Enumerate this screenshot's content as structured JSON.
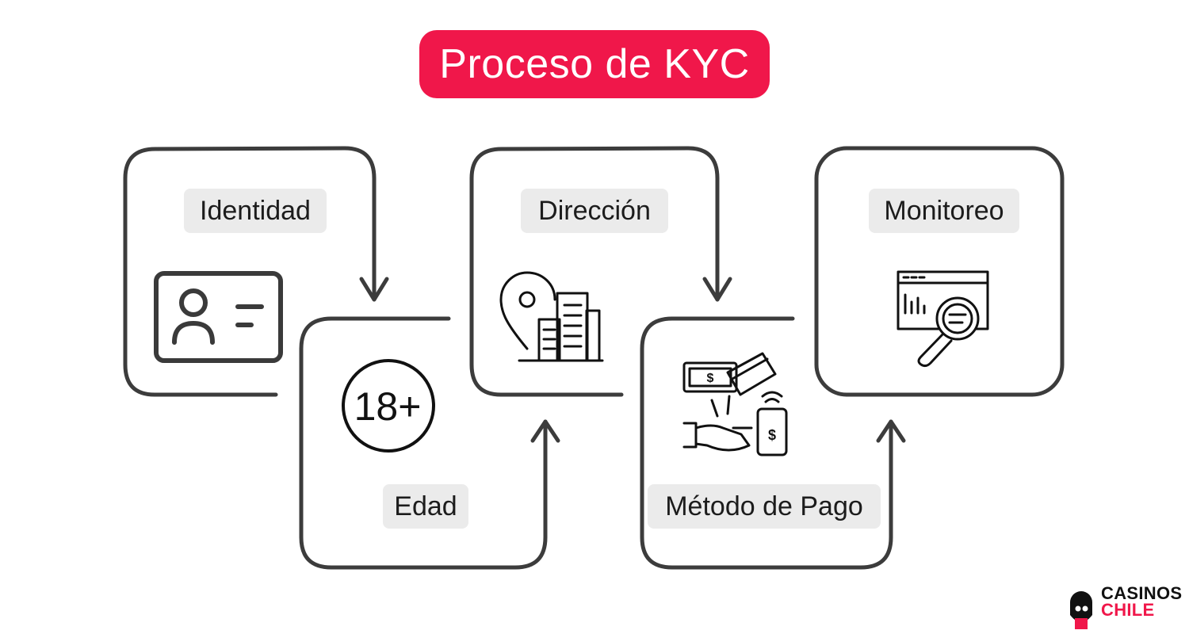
{
  "title": "Proceso de KYC",
  "steps": [
    {
      "label": "Identidad",
      "icon": "id-card-icon"
    },
    {
      "label": "Edad",
      "icon": "age-18-plus-icon",
      "icon_text": "18+"
    },
    {
      "label": "Dirección",
      "icon": "location-building-icon"
    },
    {
      "label": "Método de Pago",
      "icon": "payment-methods-icon"
    },
    {
      "label": "Monitoreo",
      "icon": "monitoring-analytics-icon"
    }
  ],
  "brand": {
    "line1": "CASINOS",
    "line2": "CHILE",
    "icon": "mascot-logo-icon"
  },
  "colors": {
    "accent": "#f0174a",
    "stroke": "#3c3c3c",
    "label_bg": "#ebebeb"
  }
}
